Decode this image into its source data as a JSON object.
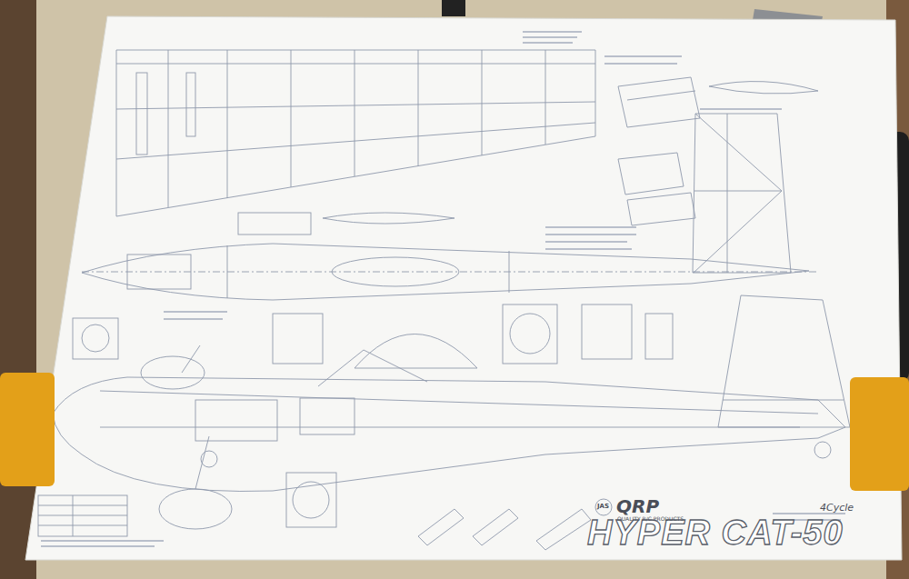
{
  "diagram": {
    "title": "HYPER CAT-50",
    "labels": [
      "JAS",
      "QRP",
      "QUALITY R/C PRODUCTS",
      "4Cycle"
    ]
  }
}
